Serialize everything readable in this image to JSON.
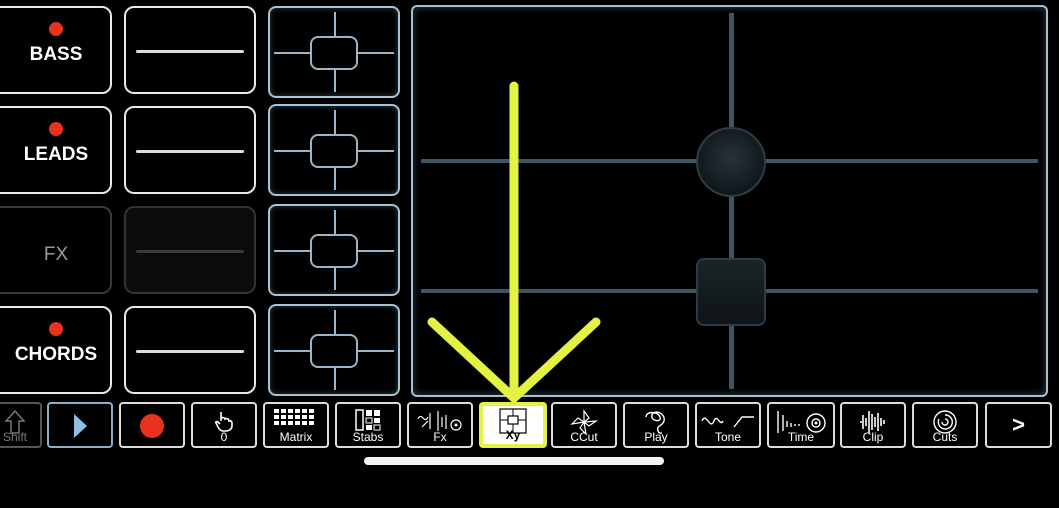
{
  "tracks": [
    {
      "label": "BASS",
      "armed": true,
      "enabled": true
    },
    {
      "label": "LEADS",
      "armed": true,
      "enabled": true
    },
    {
      "label": "FX",
      "armed": false,
      "enabled": false
    },
    {
      "label": "CHORDS",
      "armed": true,
      "enabled": true
    }
  ],
  "toolbar": [
    {
      "id": "shift",
      "label": "Shift",
      "icon": "shift-arrow-icon"
    },
    {
      "id": "play",
      "label": "",
      "icon": "play-icon"
    },
    {
      "id": "record",
      "label": "",
      "icon": "record-icon"
    },
    {
      "id": "tap",
      "label": "0",
      "icon": "hand-pointer-icon"
    },
    {
      "id": "matrix",
      "label": "Matrix",
      "icon": "grid-icon"
    },
    {
      "id": "stabs",
      "label": "Stabs",
      "icon": "stabs-grid-icon"
    },
    {
      "id": "fx",
      "label": "Fx",
      "icon": "fx-knobs-icon"
    },
    {
      "id": "xy",
      "label": "Xy",
      "icon": "xy-pad-icon",
      "active": true
    },
    {
      "id": "ccut",
      "label": "CCut",
      "icon": "pinwheel-icon"
    },
    {
      "id": "play-mode",
      "label": "Play",
      "icon": "squiggle-icon"
    },
    {
      "id": "tone",
      "label": "Tone",
      "icon": "waveform-tone-icon"
    },
    {
      "id": "time",
      "label": "Time",
      "icon": "time-pulse-icon"
    },
    {
      "id": "clip",
      "label": "Clip",
      "icon": "audio-clip-icon"
    },
    {
      "id": "cuts",
      "label": "Cuts",
      "icon": "cuts-spiral-icon"
    },
    {
      "id": "more",
      "label": ">",
      "icon": ""
    }
  ],
  "colors": {
    "record": "#e8321e",
    "armed_dot": "#e8321e",
    "highlight": "#e4f244",
    "xy_border": "#a6c0d0"
  }
}
